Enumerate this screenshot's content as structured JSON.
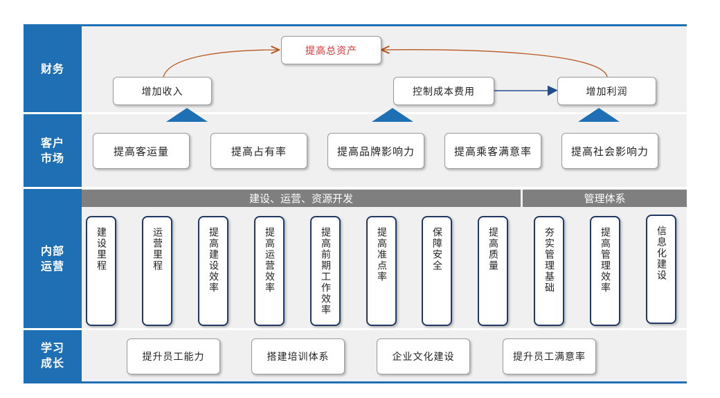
{
  "rows": {
    "finance": "财务",
    "customer": "客户\n市场",
    "internal": "内部\n运营",
    "learning": "学习\n成长"
  },
  "finance": {
    "top": "提高总资产",
    "left": "增加收入",
    "middle": "控制成本费用",
    "right": "增加利润"
  },
  "customer": [
    "提高客运量",
    "提高占有率",
    "提高品牌影响力",
    "提高乘客满意率",
    "提高社会影响力"
  ],
  "internal": {
    "group1": "建设、运营、资源开发",
    "group2": "管理体系",
    "items": [
      "建设里程",
      "运营里程",
      "提高建设效率",
      "提高运营效率",
      "提高前期工作效率",
      "提高准点率",
      "保障安全",
      "提高质量",
      "夯实管理基础",
      "提高管理效率",
      "信息化建设"
    ]
  },
  "learning": [
    "提升员工能力",
    "搭建培训体系",
    "企业文化建设",
    "提升员工满意率"
  ],
  "colors": {
    "primary": "#1f6fb4",
    "arc": "#b8561e",
    "accent_text": "#e03030",
    "bar": "#7f7f7f"
  }
}
